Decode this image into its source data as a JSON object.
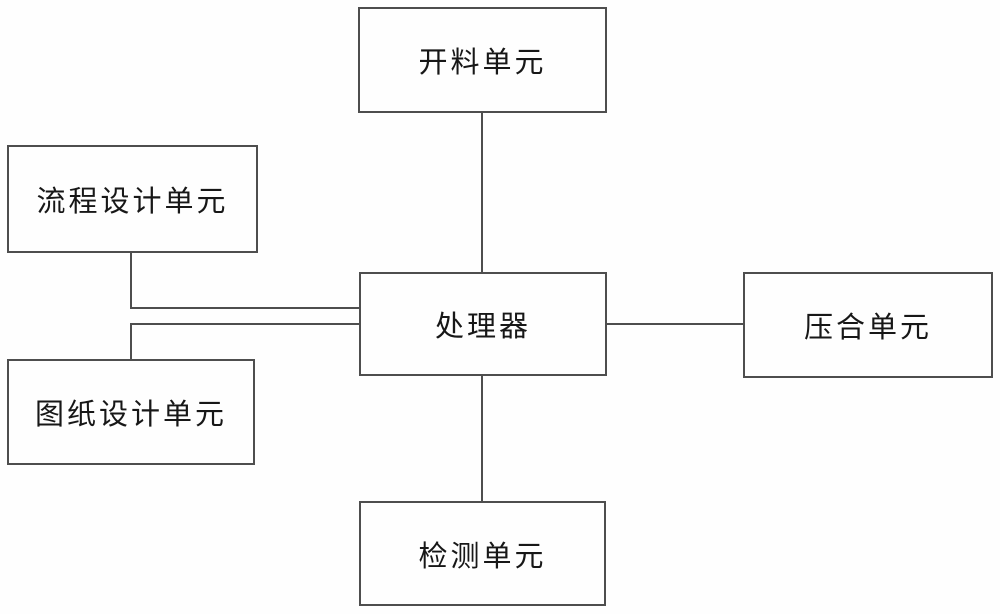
{
  "diagram": {
    "type": "block-diagram",
    "title": "",
    "nodes": [
      {
        "id": "cutting-unit",
        "label": "开料单元"
      },
      {
        "id": "process-design-unit",
        "label": "流程设计单元"
      },
      {
        "id": "drawing-design-unit",
        "label": "图纸设计单元"
      },
      {
        "id": "processor",
        "label": "处理器"
      },
      {
        "id": "pressing-unit",
        "label": "压合单元"
      },
      {
        "id": "detection-unit",
        "label": "检测单元"
      }
    ],
    "edges": [
      {
        "from": "cutting-unit",
        "to": "processor",
        "style": "straight-vertical"
      },
      {
        "from": "process-design-unit",
        "to": "processor",
        "style": "elbow"
      },
      {
        "from": "drawing-design-unit",
        "to": "processor",
        "style": "elbow"
      },
      {
        "from": "processor",
        "to": "pressing-unit",
        "style": "straight-horizontal"
      },
      {
        "from": "processor",
        "to": "detection-unit",
        "style": "straight-vertical"
      }
    ]
  },
  "colors": {
    "line": "#4e4e4e",
    "text": "#171717",
    "background": "#fefefe"
  }
}
